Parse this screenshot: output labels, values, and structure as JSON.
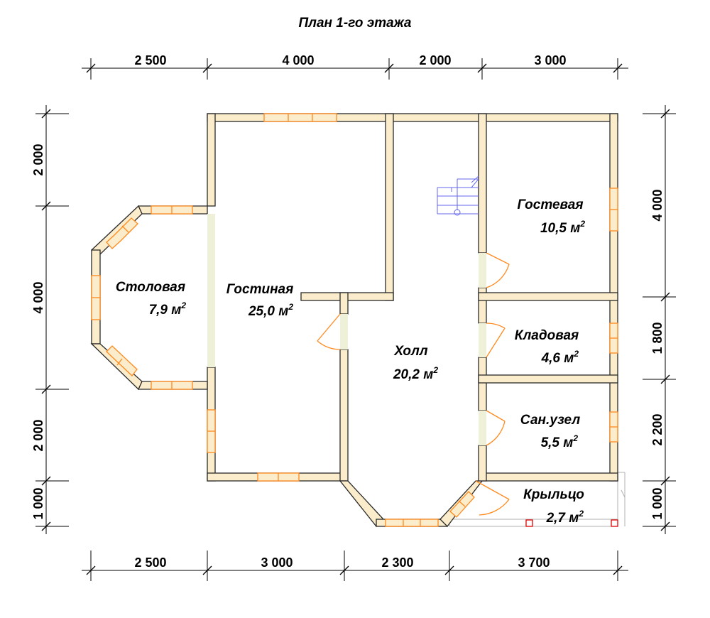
{
  "title": "План 1-го этажа",
  "dimensions": {
    "top": [
      "2 500",
      "4 000",
      "2 000",
      "3 000"
    ],
    "bottom": [
      "2 500",
      "3 000",
      "2 300",
      "3 700"
    ],
    "left": [
      "2 000",
      "4 000",
      "2 000",
      "1 000"
    ],
    "right": [
      "4 000",
      "1 800",
      "2 200",
      "1 000"
    ]
  },
  "rooms": [
    {
      "name": "Столовая",
      "area": "7,9 м",
      "sup": "2"
    },
    {
      "name": "Гостиная",
      "area": "25,0 м",
      "sup": "2"
    },
    {
      "name": "Холл",
      "area": "20,2 м",
      "sup": "2"
    },
    {
      "name": "Гостевая",
      "area": "10,5 м",
      "sup": "2"
    },
    {
      "name": "Кладовая",
      "area": "4,6 м",
      "sup": "2"
    },
    {
      "name": "Сан.узел",
      "area": "5,5 м",
      "sup": "2"
    },
    {
      "name": "Крыльцо",
      "area": "2,7 м",
      "sup": "2"
    }
  ],
  "colors": {
    "wall_fill": "#fbeccb",
    "wall_stroke": "#2a2a2a",
    "window": "#ff8a1e",
    "stair": "#6666ee",
    "post": "#dd0000"
  }
}
